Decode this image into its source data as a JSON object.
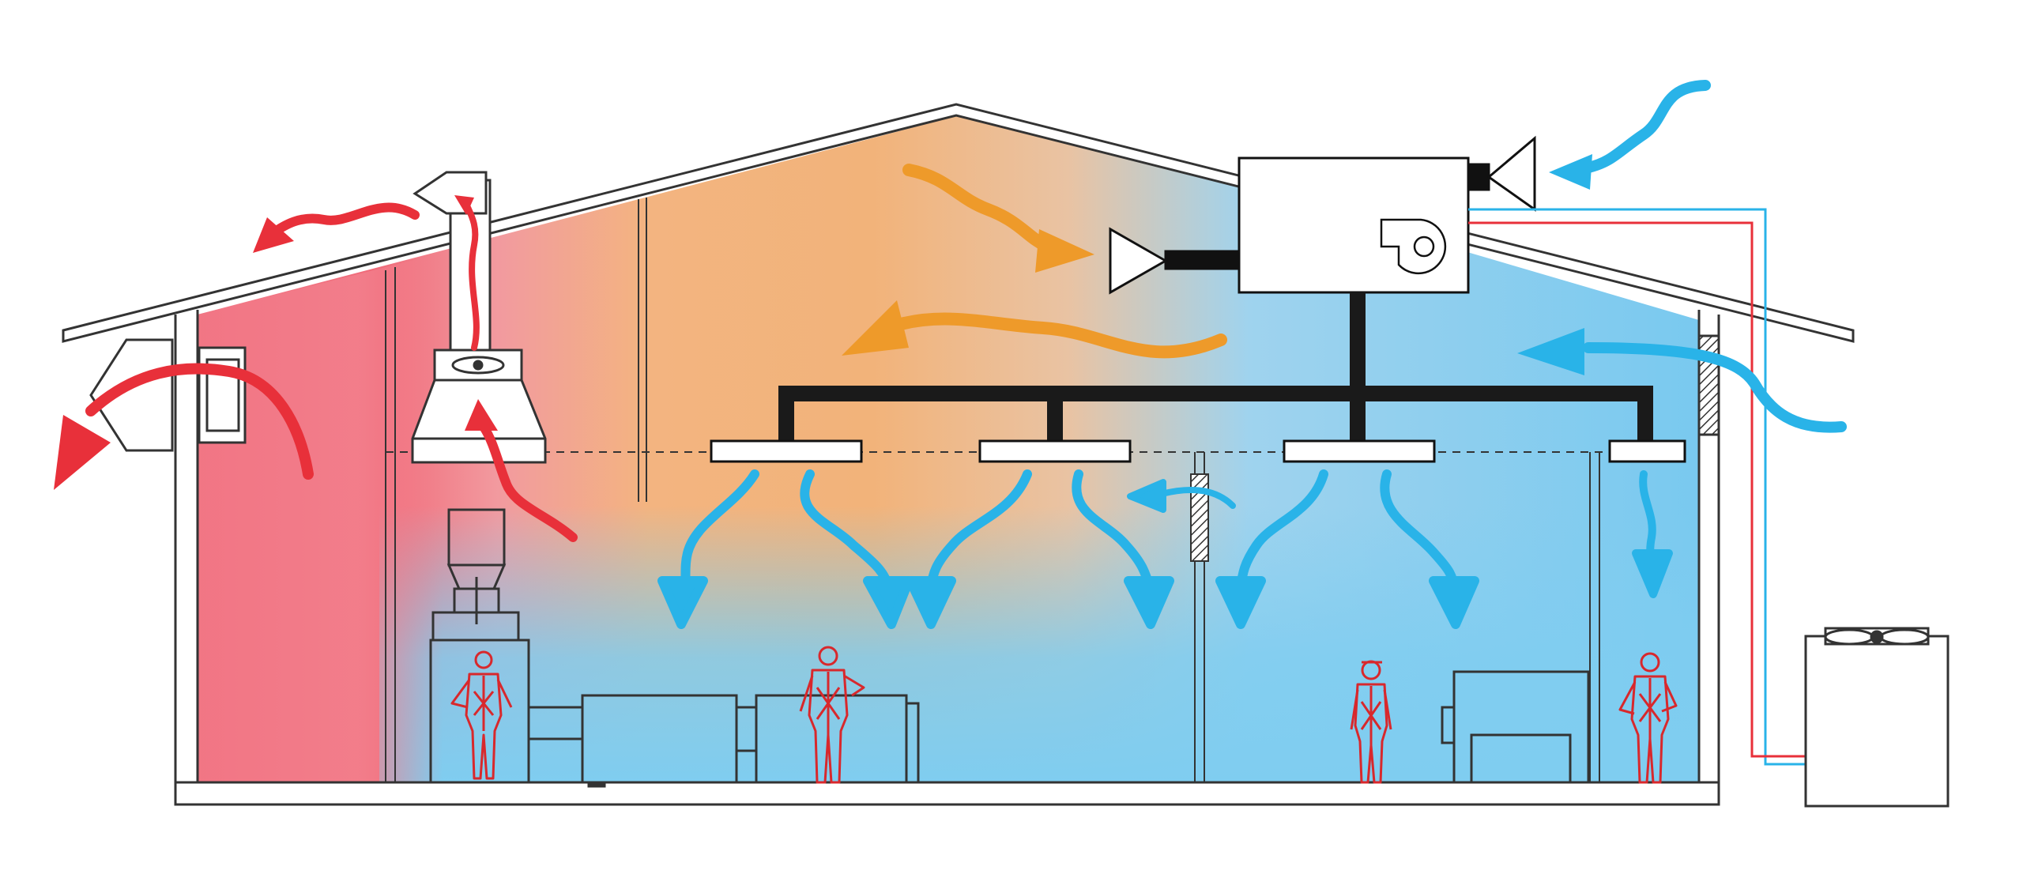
{
  "diagram": {
    "colors": {
      "hot": "#e8303a",
      "hot_zone": "#f06b7a",
      "warm": "#ee9a2a",
      "warm_zone": "#f3b978",
      "cool": "#29b3e8",
      "cool_zone": "#7fcdf0",
      "duct": "#1a1a1a",
      "outline": "#333333",
      "figure": "#d8282c"
    },
    "components": [
      {
        "name": "air-handling-unit",
        "icon": "fan-icon"
      },
      {
        "name": "supply-duct",
        "icon": "duct"
      },
      {
        "name": "ceiling-diffusers",
        "count": 4
      },
      {
        "name": "exhaust-hood",
        "icon": "exhaust-fan-icon"
      },
      {
        "name": "wall-exhaust-fan",
        "icon": "wall-fan-icon"
      },
      {
        "name": "outdoor-condenser",
        "icon": "condenser-fan-icon"
      },
      {
        "name": "wall-louver",
        "icon": "louver-icon"
      }
    ],
    "airflows": [
      {
        "name": "outside-air-intake",
        "color": "cool"
      },
      {
        "name": "louver-air-intake",
        "color": "cool"
      },
      {
        "name": "return-air",
        "color": "warm"
      },
      {
        "name": "supply-air",
        "color": "cool"
      },
      {
        "name": "hood-exhaust",
        "color": "hot"
      },
      {
        "name": "wall-exhaust",
        "color": "hot"
      }
    ],
    "workers": 4
  }
}
